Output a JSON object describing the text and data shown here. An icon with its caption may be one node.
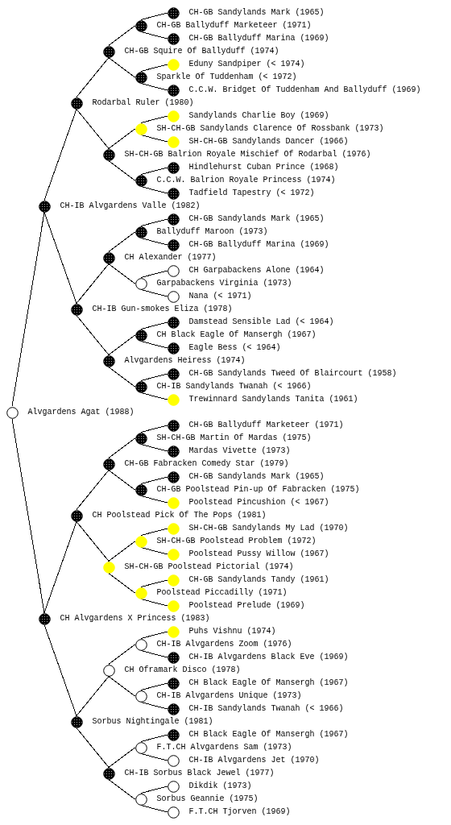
{
  "diagram": {
    "nodes": [
      {
        "text": [
          "CH-GB Sandylands Mark (1965)"
        ]
      },
      {
        "text": [
          "CH-GB Ballyduff Marketeer (1971)"
        ]
      },
      {
        "text": [
          "CH-GB Ballyduff Marina (1969)"
        ]
      },
      {
        "text": [
          "CH-GB Squire Of Ballyduff (1974)"
        ]
      },
      {
        "text": [
          "Eduny Sandpiper (< 1974)"
        ]
      },
      {
        "text": [
          "Sparkle Of Tuddenham (< 1972)"
        ]
      },
      {
        "text": [
          "C.C.W. Bridget Of Tuddenham And Ballyduff (1969)"
        ]
      },
      {
        "text": [
          "Rodarbal Ruler (1980)"
        ]
      },
      {
        "text": [
          "Sandylands Charlie Boy (1969)"
        ]
      },
      {
        "text": [
          "SH-CH-GB Sandylands Clarence Of Rossbank (1973)"
        ]
      },
      {
        "text": [
          "SH-CH-GB Sandylands Dancer (1966)"
        ]
      },
      {
        "text": [
          "SH-CH-GB Balrion Royale Mischief Of Rodarbal (1976)"
        ]
      },
      {
        "text": [
          "Hindlehurst Cuban Prince (1968)"
        ]
      },
      {
        "text": [
          "C.C.W. Balrion Royale Princess (1974)"
        ]
      },
      {
        "text": [
          "Tadfield Tapestry (< 1972)"
        ]
      },
      {
        "text": [
          "CH-IB Alvgardens Valle (1982)"
        ]
      },
      {
        "text": [
          "CH-GB Sandylands Mark (1965)"
        ]
      },
      {
        "text": [
          "Ballyduff Maroon (1973)"
        ]
      },
      {
        "text": [
          "CH-GB Ballyduff Marina (1969)"
        ]
      },
      {
        "text": [
          "CH Alexander (1977)"
        ]
      },
      {
        "text": [
          "CH Garpabackens Alone (1964)"
        ]
      },
      {
        "text": [
          "Garpabackens Virginia (1973)"
        ]
      },
      {
        "text": [
          "Nana (< 1971)"
        ]
      },
      {
        "text": [
          "CH-IB Gun-smokes Eliza (1978)"
        ]
      },
      {
        "text": [
          "Damstead Sensible Lad (< 1964)"
        ]
      },
      {
        "text": [
          "CH Black Eagle Of Mansergh (1967)"
        ]
      },
      {
        "text": [
          "Eagle Bess (< 1964)"
        ]
      },
      {
        "text": [
          "Alvgardens Heiress (1974)"
        ]
      },
      {
        "text": [
          "CH-GB Sandylands Tweed Of Blaircourt (1958)"
        ]
      },
      {
        "text": [
          "CH-IB Sandylands Twanah (< 1966)"
        ]
      },
      {
        "text": [
          "Trewinnard Sandylands Tanita (1961)"
        ]
      },
      {
        "text": [
          "Alvgardens Agat (1988)"
        ]
      },
      {
        "text": [
          "CH-GB Ballyduff Marketeer (1971)"
        ]
      },
      {
        "text": [
          "SH-CH-GB Martin Of Mardas (1975)"
        ]
      },
      {
        "text": [
          "Mardas Vivette (1973)"
        ]
      },
      {
        "text": [
          "CH-GB Fabracken Comedy Star (1979)"
        ]
      },
      {
        "text": [
          "CH-GB Sandylands Mark (1965)"
        ]
      },
      {
        "text": [
          "CH-GB Poolstead Pin-up Of Fabracken (1975)"
        ]
      },
      {
        "text": [
          "Poolstead Pincushion (< 1967)"
        ]
      },
      {
        "text": [
          "CH Poolstead Pick Of The Pops (1981)"
        ]
      },
      {
        "text": [
          "SH-CH-GB Sandylands My Lad (1970)"
        ]
      },
      {
        "text": [
          "SH-CH-GB Poolstead Problem (1972)"
        ]
      },
      {
        "text": [
          "Poolstead Pussy Willow (1967)"
        ]
      },
      {
        "text": [
          "SH-CH-GB Poolstead Pictorial (1974)"
        ]
      },
      {
        "text": [
          "CH-GB Sandylands Tandy (1961)"
        ]
      },
      {
        "text": [
          "Poolstead Piccadilly (1971)"
        ]
      },
      {
        "text": [
          "Poolstead Prelude (1969)"
        ]
      },
      {
        "text": [
          "CH Alvgardens X Princess (1983)"
        ]
      },
      {
        "text": [
          "Puhs Vishnu (1974)"
        ]
      },
      {
        "text": [
          "CH-IB Alvgardens Zoom (1976)"
        ]
      },
      {
        "text": [
          "CH-IB Alvgardens Black Eve (1969)"
        ]
      },
      {
        "text": [
          "CH Oframark Disco (1978)"
        ]
      },
      {
        "text": [
          "CH Black Eagle Of Mansergh (1967)"
        ]
      },
      {
        "text": [
          "CH-IB Alvgardens Unique (1973)"
        ]
      },
      {
        "text": [
          "CH-IB Sandylands Twanah (< 1966)"
        ]
      },
      {
        "text": [
          "Sorbus Nightingale (1981)"
        ]
      },
      {
        "text": [
          "CH Black Eagle Of Mansergh (1967)"
        ]
      },
      {
        "text": [
          "F.T.CH Alvgardens Sam (1973)"
        ]
      },
      {
        "text": [
          "CH-IB Alvgardens Jet (1970)"
        ]
      },
      {
        "text": [
          "CH-IB Sorbus Black Jewel (1977)"
        ]
      },
      {
        "text": [
          "Dikdik (1973)"
        ]
      },
      {
        "text": [
          "Sorbus Geannie (1975)"
        ]
      },
      {
        "text": [
          "F.T.CH Tjorven (1969)"
        ]
      }
    ],
    "edges": [
      {
        "from": 1,
        "to": 0,
        "arrow": "none"
      },
      {
        "from": 1,
        "to": 2,
        "arrow": "none"
      },
      {
        "from": 3,
        "to": 1,
        "arrow": "none"
      },
      {
        "from": 3,
        "to": 5,
        "arrow": "none"
      },
      {
        "from": 5,
        "to": 4,
        "arrow": "none"
      },
      {
        "from": 5,
        "to": 6,
        "arrow": "none"
      },
      {
        "from": 7,
        "to": 3,
        "arrow": "none"
      },
      {
        "from": 7,
        "to": 11,
        "arrow": "none"
      },
      {
        "from": 9,
        "to": 8,
        "arrow": "none"
      },
      {
        "from": 9,
        "to": 10,
        "arrow": "none"
      },
      {
        "from": 11,
        "to": 9,
        "arrow": "none"
      },
      {
        "from": 11,
        "to": 13,
        "arrow": "none"
      },
      {
        "from": 13,
        "to": 12,
        "arrow": "none"
      },
      {
        "from": 13,
        "to": 14,
        "arrow": "none"
      },
      {
        "from": 15,
        "to": 7,
        "arrow": "none"
      },
      {
        "from": 15,
        "to": 23,
        "arrow": "none"
      },
      {
        "from": 17,
        "to": 16,
        "arrow": "none"
      },
      {
        "from": 17,
        "to": 18,
        "arrow": "none"
      },
      {
        "from": 19,
        "to": 17,
        "arrow": "none"
      },
      {
        "from": 19,
        "to": 21,
        "arrow": "none"
      },
      {
        "from": 21,
        "to": 20,
        "arrow": "none"
      },
      {
        "from": 21,
        "to": 22,
        "arrow": "none"
      },
      {
        "from": 23,
        "to": 19,
        "arrow": "none"
      },
      {
        "from": 23,
        "to": 27,
        "arrow": "none"
      },
      {
        "from": 25,
        "to": 24,
        "arrow": "none"
      },
      {
        "from": 25,
        "to": 26,
        "arrow": "none"
      },
      {
        "from": 27,
        "to": 25,
        "arrow": "none"
      },
      {
        "from": 27,
        "to": 29,
        "arrow": "none"
      },
      {
        "from": 29,
        "to": 28,
        "arrow": "none"
      },
      {
        "from": 29,
        "to": 30,
        "arrow": "none"
      },
      {
        "from": 31,
        "to": 15,
        "arrow": "none"
      },
      {
        "from": 31,
        "to": 47,
        "arrow": "none"
      },
      {
        "from": 33,
        "to": 32,
        "arrow": "none"
      },
      {
        "from": 33,
        "to": 34,
        "arrow": "none"
      },
      {
        "from": 35,
        "to": 33,
        "arrow": "none"
      },
      {
        "from": 35,
        "to": 37,
        "arrow": "none"
      },
      {
        "from": 37,
        "to": 36,
        "arrow": "none"
      },
      {
        "from": 37,
        "to": 38,
        "arrow": "none"
      },
      {
        "from": 39,
        "to": 35,
        "arrow": "none"
      },
      {
        "from": 39,
        "to": 43,
        "arrow": "none"
      },
      {
        "from": 41,
        "to": 40,
        "arrow": "none"
      },
      {
        "from": 41,
        "to": 42,
        "arrow": "none"
      },
      {
        "from": 43,
        "to": 41,
        "arrow": "none"
      },
      {
        "from": 43,
        "to": 45,
        "arrow": "none"
      },
      {
        "from": 45,
        "to": 44,
        "arrow": "none"
      },
      {
        "from": 45,
        "to": 46,
        "arrow": "none"
      },
      {
        "from": 47,
        "to": 39,
        "arrow": "none"
      },
      {
        "from": 47,
        "to": 55,
        "arrow": "none"
      },
      {
        "from": 49,
        "to": 48,
        "arrow": "none"
      },
      {
        "from": 49,
        "to": 50,
        "arrow": "none"
      },
      {
        "from": 51,
        "to": 49,
        "arrow": "none"
      },
      {
        "from": 51,
        "to": 53,
        "arrow": "none"
      },
      {
        "from": 53,
        "to": 52,
        "arrow": "none"
      },
      {
        "from": 53,
        "to": 54,
        "arrow": "none"
      },
      {
        "from": 55,
        "to": 51,
        "arrow": "none"
      },
      {
        "from": 55,
        "to": 59,
        "arrow": "none"
      },
      {
        "from": 57,
        "to": 56,
        "arrow": "none"
      },
      {
        "from": 57,
        "to": 58,
        "arrow": "none"
      },
      {
        "from": 59,
        "to": 57,
        "arrow": "none"
      },
      {
        "from": 59,
        "to": 61,
        "arrow": "none"
      },
      {
        "from": 61,
        "to": 60,
        "arrow": "none"
      },
      {
        "from": 61,
        "to": 62,
        "arrow": "none"
      }
    ]
  }
}
